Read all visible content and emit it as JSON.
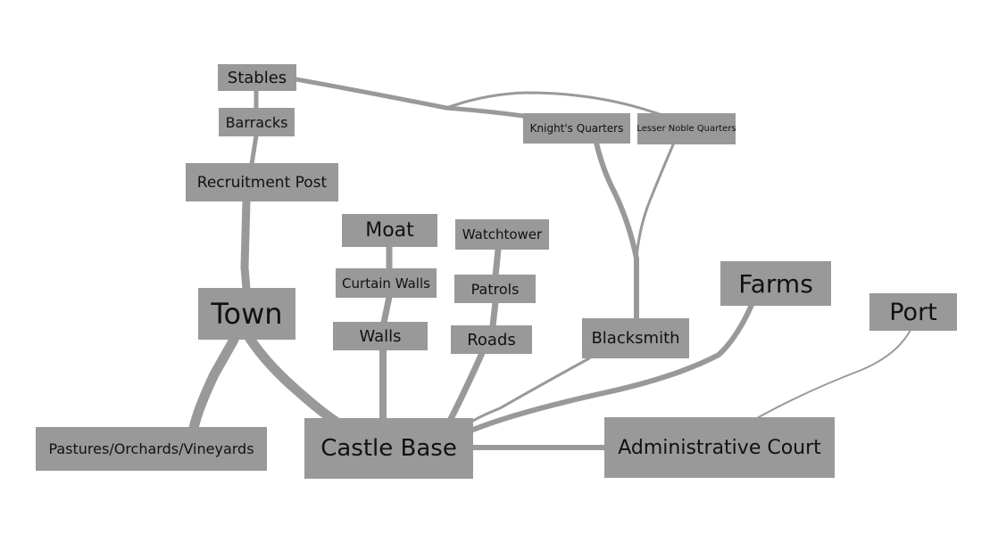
{
  "diagram": {
    "colors": {
      "node_fill": "#999999",
      "edge": "#999999",
      "text": "#111111",
      "background": "#ffffff"
    },
    "nodes": {
      "stables": "Stables",
      "barracks": "Barracks",
      "recruitment_post": "Recruitment Post",
      "knights_quarters": "Knight's Quarters",
      "lesser_noble_quarters": "Lesser Noble Quarters",
      "moat": "Moat",
      "watchtower": "Watchtower",
      "curtain_walls": "Curtain Walls",
      "patrols": "Patrols",
      "walls": "Walls",
      "roads": "Roads",
      "town": "Town",
      "blacksmith": "Blacksmith",
      "farms": "Farms",
      "port": "Port",
      "pastures": "Pastures/Orchards/Vineyards",
      "castle_base": "Castle Base",
      "administrative_court": "Administrative Court"
    },
    "edges": [
      {
        "from": "stables",
        "to": "barracks"
      },
      {
        "from": "barracks",
        "to": "recruitment_post"
      },
      {
        "from": "recruitment_post",
        "to": "town"
      },
      {
        "from": "town",
        "to": "pastures"
      },
      {
        "from": "town",
        "to": "castle_base"
      },
      {
        "from": "stables",
        "to": "knights_quarters"
      },
      {
        "from": "stables",
        "to": "lesser_noble_quarters"
      },
      {
        "from": "knights_quarters",
        "to": "blacksmith"
      },
      {
        "from": "lesser_noble_quarters",
        "to": "blacksmith"
      },
      {
        "from": "moat",
        "to": "curtain_walls"
      },
      {
        "from": "curtain_walls",
        "to": "walls"
      },
      {
        "from": "walls",
        "to": "castle_base"
      },
      {
        "from": "watchtower",
        "to": "patrols"
      },
      {
        "from": "patrols",
        "to": "roads"
      },
      {
        "from": "roads",
        "to": "castle_base"
      },
      {
        "from": "blacksmith",
        "to": "castle_base"
      },
      {
        "from": "farms",
        "to": "castle_base"
      },
      {
        "from": "castle_base",
        "to": "administrative_court"
      },
      {
        "from": "port",
        "to": "administrative_court"
      }
    ]
  }
}
